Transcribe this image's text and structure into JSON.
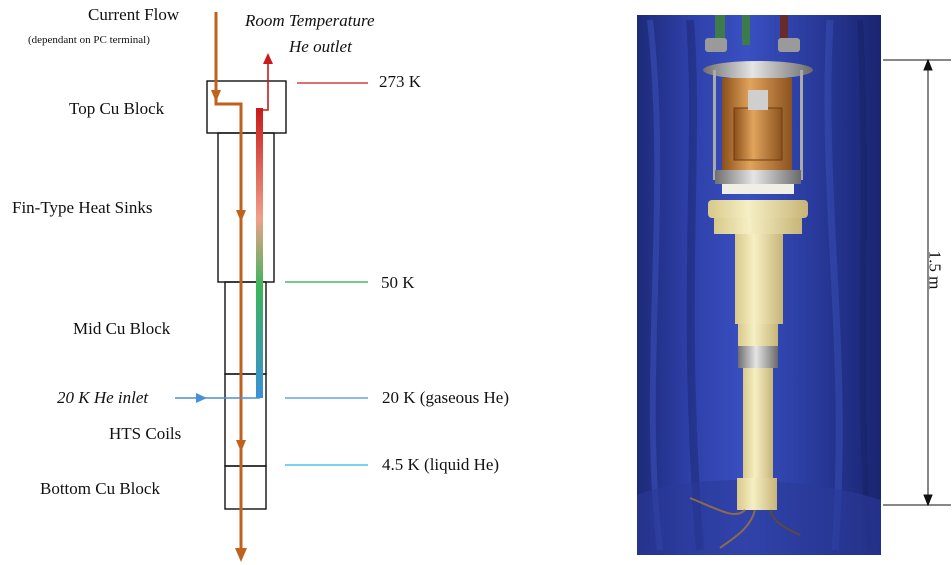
{
  "left_diagram": {
    "current_flow": "Current Flow",
    "current_flow_note": "(dependant on PC terminal)",
    "room_temp_line1": "Room Temperature",
    "room_temp_line2": "He outlet",
    "blocks": {
      "top": "Top Cu Block",
      "fins": "Fin-Type Heat Sinks",
      "mid": "Mid Cu Block",
      "hts": "HTS Coils",
      "bottom": "Bottom Cu Block"
    },
    "he_inlet": "20 K He inlet",
    "temperatures": {
      "t273": "273 K",
      "t50": "50 K",
      "t20": "20 K (gaseous He)",
      "t4_5": "4.5 K (liquid He)"
    },
    "colors": {
      "current": "#c0621c",
      "outlet": "#cc1a1a",
      "t50_line": "#2aa84a",
      "inlet": "#4a90d9",
      "t4_5_line": "#29b6e6"
    }
  },
  "photo": {
    "dimension_label": "1.5 m"
  }
}
